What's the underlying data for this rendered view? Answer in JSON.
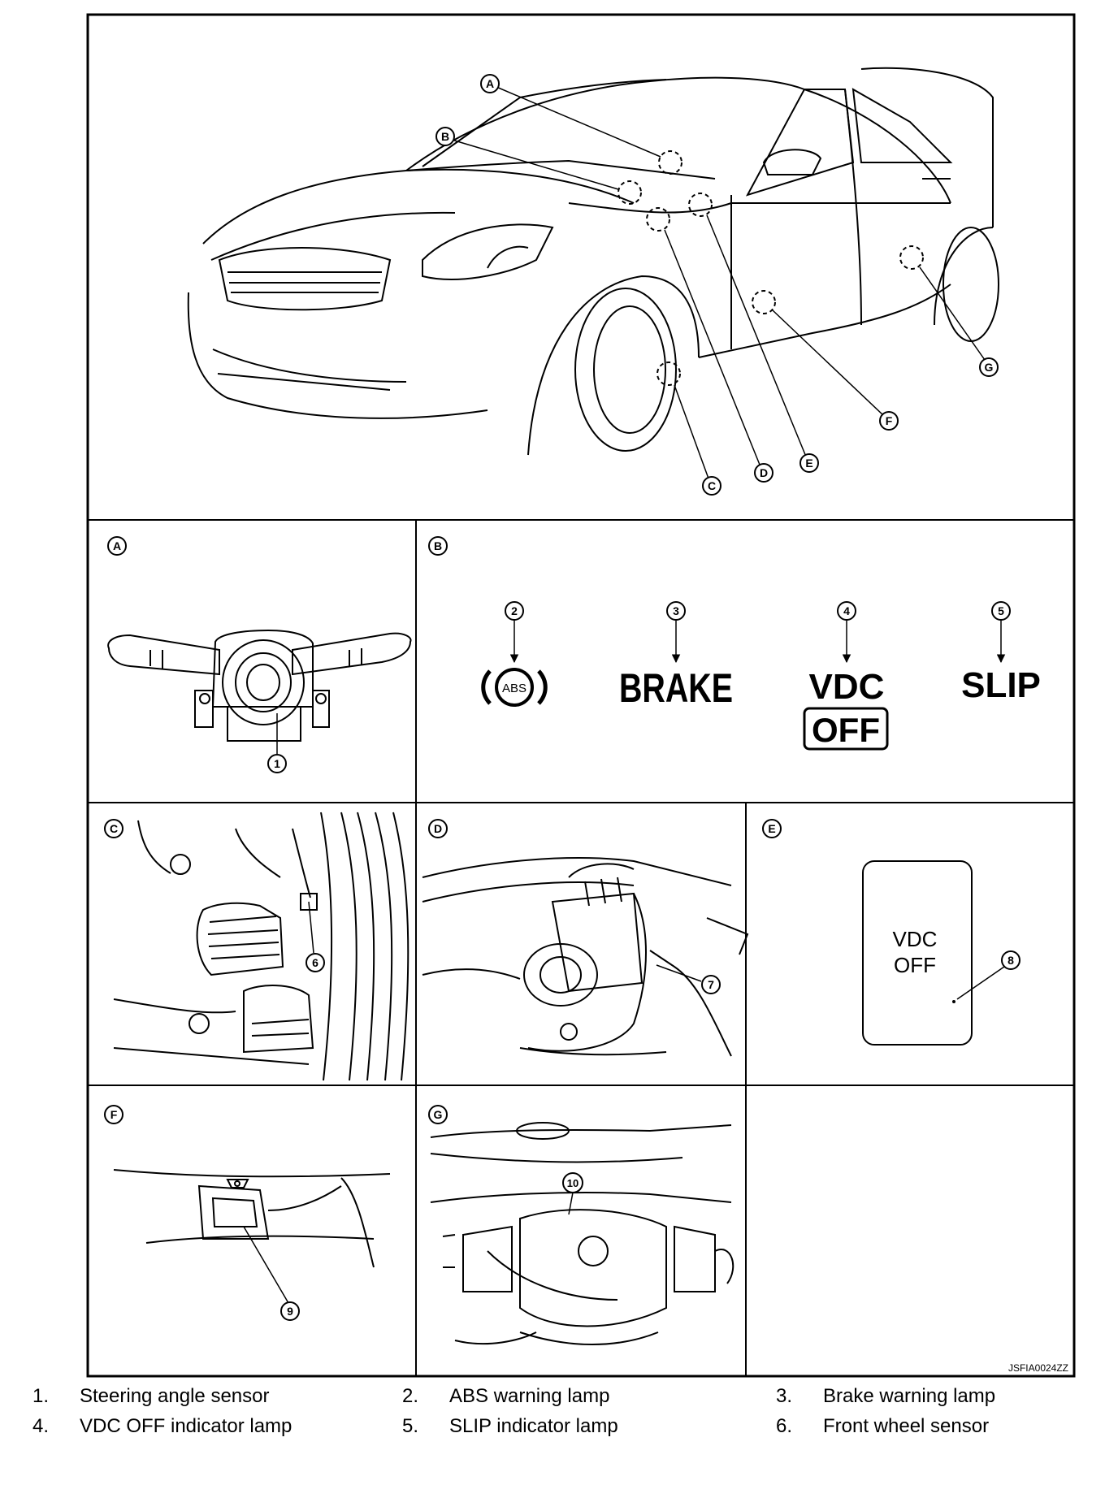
{
  "callouts": {
    "letters": [
      "A",
      "B",
      "C",
      "D",
      "E",
      "F",
      "G"
    ],
    "numbers": [
      "1",
      "2",
      "3",
      "4",
      "5",
      "6",
      "7",
      "8",
      "9",
      "10"
    ]
  },
  "panel_b": {
    "abs_lamp_text": "ABS",
    "brake_lamp_text": "BRAKE",
    "vdc_lamp_text": "VDC",
    "off_lamp_text": "OFF",
    "slip_lamp_text": "SLIP"
  },
  "panel_e": {
    "switch_line1": "VDC",
    "switch_line2": "OFF"
  },
  "figure_id": "JSFIA0024ZZ",
  "legend": [
    {
      "num": "1.",
      "text": "Steering angle sensor"
    },
    {
      "num": "2.",
      "text": "ABS warning lamp"
    },
    {
      "num": "3.",
      "text": "Brake warning lamp"
    },
    {
      "num": "4.",
      "text": "VDC OFF indicator lamp"
    },
    {
      "num": "5.",
      "text": "SLIP indicator lamp"
    },
    {
      "num": "6.",
      "text": "Front wheel sensor"
    }
  ]
}
